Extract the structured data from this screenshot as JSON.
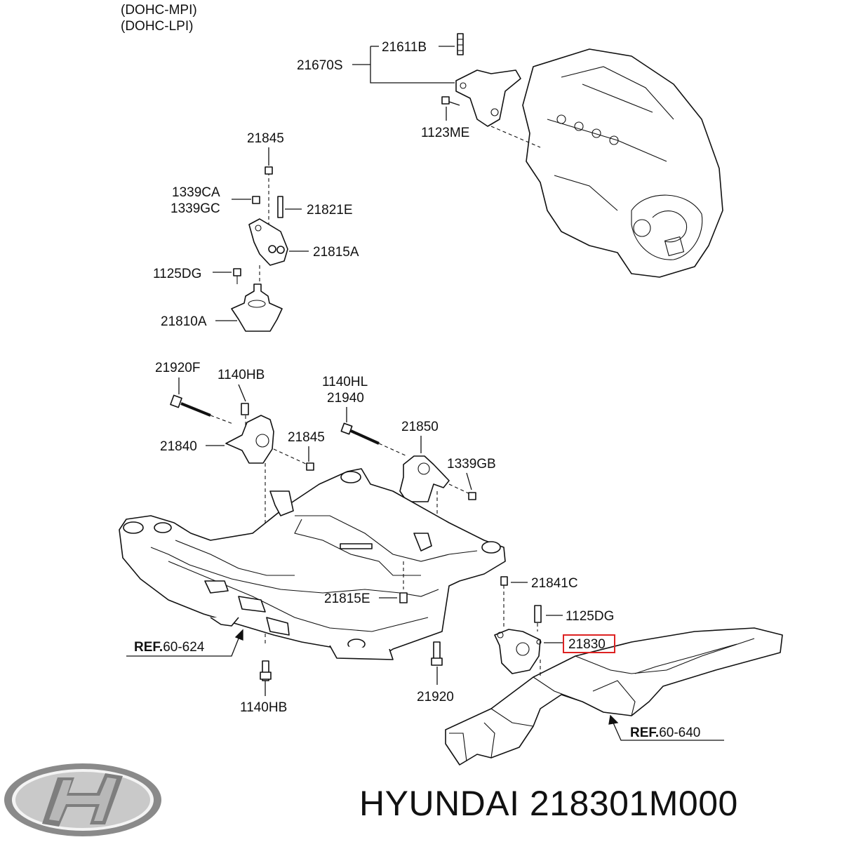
{
  "header": {
    "variant_1": "(DOHC-MPI)",
    "variant_2": "(DOHC-LPI)"
  },
  "parts": {
    "p21611B": "21611B",
    "p21670S": "21670S",
    "p1123ME": "1123ME",
    "p21845_top": "21845",
    "p1339CA": "1339CA",
    "p1339GC": "1339GC",
    "p21821E": "21821E",
    "p21815A": "21815A",
    "p1125DG_left": "1125DG",
    "p21810A": "21810A",
    "p21920F": "21920F",
    "p1140HB_top": "1140HB",
    "p1140HL": "1140HL",
    "p21940": "21940",
    "p21850": "21850",
    "p21840": "21840",
    "p21845_mid": "21845",
    "p1339GB": "1339GB",
    "p21841C": "21841C",
    "p21815E": "21815E",
    "p1125DG_right": "1125DG",
    "p21830": "21830",
    "p1140HB_bottom": "1140HB",
    "p21920": "21920"
  },
  "references": {
    "ref1_prefix": "REF.",
    "ref1_code": "60-624",
    "ref2_prefix": "REF.",
    "ref2_code": "60-640"
  },
  "footer": {
    "brand_caption": "HYUNDAI 218301M000"
  },
  "colors": {
    "highlight": "#d22222",
    "ink": "#111111",
    "logo": "#8a8a8a"
  },
  "icons": {
    "logo": "hyundai-logo-icon"
  }
}
